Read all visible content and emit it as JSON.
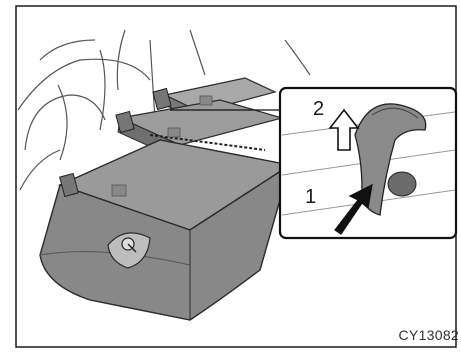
{
  "callouts": {
    "step_one": "1",
    "step_two": "2"
  },
  "figure_code": "CY13082",
  "colors": {
    "background": "#ffffff",
    "seat_cushion": "#9a9a9a",
    "seat_shadow": "#6f6f6f",
    "line_art": "#2b2b2b",
    "arrow": "#1a1a1a",
    "inset_border": "#111111"
  }
}
